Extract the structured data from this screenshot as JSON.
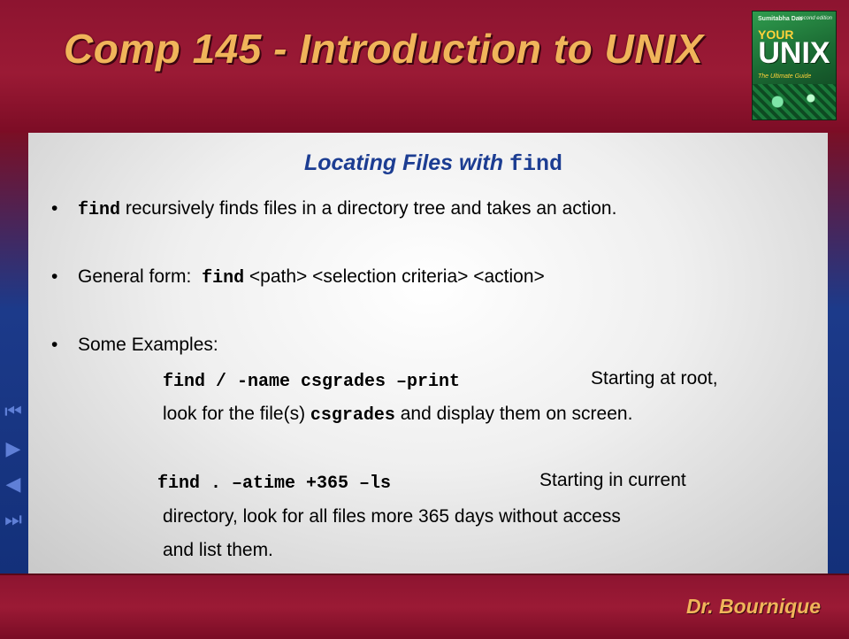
{
  "header": {
    "title": "Comp 145 - Introduction to UNIX",
    "book": {
      "author": "Sumitabha Das",
      "edition": "second edition",
      "your": "YOUR",
      "unix": "UNIX",
      "guide": "The Ultimate Guide"
    }
  },
  "slide": {
    "heading_text": "Locating Files with ",
    "heading_code": "find",
    "bullets": [
      {
        "code": "find",
        "text": " recursively finds files in a directory tree and takes an action."
      },
      {
        "text": "General form:  ",
        "code": "find",
        "rest": " <path> <selection criteria> <action>"
      },
      {
        "text": "Some Examples:"
      }
    ],
    "example1": {
      "command": "find / -name csgrades –print",
      "desc1": "Starting at root,",
      "desc2a": "look for the file(s) ",
      "desc2code": "csgrades",
      "desc2b": " and display them on screen."
    },
    "example2": {
      "command": "find . –atime +365 –ls",
      "desc1": "Starting in current",
      "desc2": "directory, look for all files more 365 days without access",
      "desc3": "and list them."
    }
  },
  "nav": {
    "first": "⏮",
    "next": "▶",
    "prev": "◀",
    "last": "⏭"
  },
  "footer": {
    "author": "Dr. Bournique"
  },
  "colors": {
    "maroon": "#8d1430",
    "heading_blue": "#1c3d92",
    "title_gold": "#f0b45a"
  }
}
